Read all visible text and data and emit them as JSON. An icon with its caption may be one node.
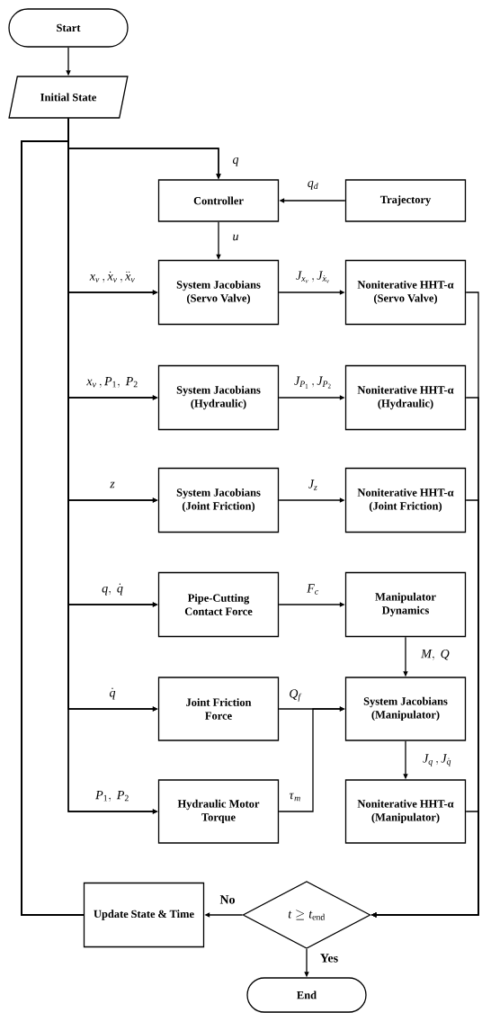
{
  "diagram": {
    "nodes": [
      {
        "text": [
          "Start"
        ]
      },
      {
        "text": [
          "Initial State"
        ]
      },
      {
        "text": [
          "Controller"
        ]
      },
      {
        "text": [
          "Trajectory"
        ]
      },
      {
        "text": [
          "System Jacobians (Servo Valve)"
        ]
      },
      {
        "text": [
          "Noniterative HHT-α (Servo Valve)"
        ]
      },
      {
        "text": [
          "System Jacobians (Hydraulic)"
        ]
      },
      {
        "text": [
          "Noniterative HHT-α (Hydraulic)"
        ]
      },
      {
        "text": [
          "System Jacobians (Joint Friction)"
        ]
      },
      {
        "text": [
          "Noniterative HHT-α (Joint Friction)"
        ]
      },
      {
        "text": [
          "Pipe-Cutting Contact Force"
        ]
      },
      {
        "text": [
          "Manipulator Dynamics"
        ]
      },
      {
        "text": [
          "Joint Friction Force"
        ]
      },
      {
        "text": [
          "System Jacobians (Manipulator)"
        ]
      },
      {
        "text": [
          "Hydraulic Motor Torque"
        ]
      },
      {
        "text": [
          "Noniterative HHT-α (Manipulator)"
        ]
      },
      {
        "text": [
          "Update State & Time"
        ]
      },
      {
        "text": [
          "t \\geq t_{\\mathrm{end}}"
        ]
      },
      {
        "text": [
          "End"
        ]
      }
    ],
    "edges": [
      {
        "from": 0,
        "to": 1,
        "arrow": "to"
      },
      {
        "from": 1,
        "to": 2,
        "arrow": "to",
        "label": "q"
      },
      {
        "from": 3,
        "to": 2,
        "arrow": "to",
        "label": "q_{d}"
      },
      {
        "from": 2,
        "to": 4,
        "arrow": "to",
        "label": "u"
      },
      {
        "from": 1,
        "to": 4,
        "arrow": "to",
        "label": "x_{v}\\,, \\dot{x}_{v}\\,, \\ddot{x}_{v}"
      },
      {
        "from": 4,
        "to": 5,
        "arrow": "to",
        "label": "J_{x_{v}}\\,, J_{\\dot{x}_{v}}"
      },
      {
        "from": 1,
        "to": 6,
        "arrow": "to",
        "label": "x_{v}\\,, P_{1},\\ P_{2}"
      },
      {
        "from": 6,
        "to": 7,
        "arrow": "to",
        "label": "J_{P_{1}}\\,, J_{P_{2}}"
      },
      {
        "from": 1,
        "to": 8,
        "arrow": "to",
        "label": "z"
      },
      {
        "from": 8,
        "to": 9,
        "arrow": "to",
        "label": "J_{z}"
      },
      {
        "from": 1,
        "to": 10,
        "arrow": "to",
        "label": "q,\\ \\dot{q}"
      },
      {
        "from": 10,
        "to": 11,
        "arrow": "to",
        "label": "F_{c}"
      },
      {
        "from": 11,
        "to": 13,
        "arrow": "to",
        "label": "M,\\ Q"
      },
      {
        "from": 1,
        "to": 12,
        "arrow": "to",
        "label": "\\dot{q}"
      },
      {
        "from": 12,
        "to": 13,
        "arrow": "to",
        "label": "Q_{f}"
      },
      {
        "from": 1,
        "to": 14,
        "arrow": "to",
        "label": "P_{1},\\ P_{2}"
      },
      {
        "from": 14,
        "to": 13,
        "arrow": "to",
        "label": "\\tau_{m}"
      },
      {
        "from": 13,
        "to": 15,
        "arrow": "to",
        "label": "J_{q}\\,, J_{\\dot{q}}"
      },
      {
        "from": 5,
        "to": 17,
        "arrow": "to"
      },
      {
        "from": 7,
        "to": 17,
        "arrow": "to"
      },
      {
        "from": 9,
        "to": 17,
        "arrow": "to"
      },
      {
        "from": 15,
        "to": 17,
        "arrow": "to"
      },
      {
        "from": 17,
        "to": 16,
        "arrow": "to",
        "label": "No"
      },
      {
        "from": 17,
        "to": 18,
        "arrow": "to",
        "label": "Yes"
      },
      {
        "from": 16,
        "to": 2,
        "arrow": "to"
      },
      {
        "from": 16,
        "to": 4,
        "arrow": "to"
      },
      {
        "from": 16,
        "to": 6,
        "arrow": "to"
      },
      {
        "from": 16,
        "to": 8,
        "arrow": "to"
      },
      {
        "from": 16,
        "to": 10,
        "arrow": "to"
      },
      {
        "from": 16,
        "to": 12,
        "arrow": "to"
      },
      {
        "from": 16,
        "to": 14,
        "arrow": "to"
      }
    ]
  }
}
